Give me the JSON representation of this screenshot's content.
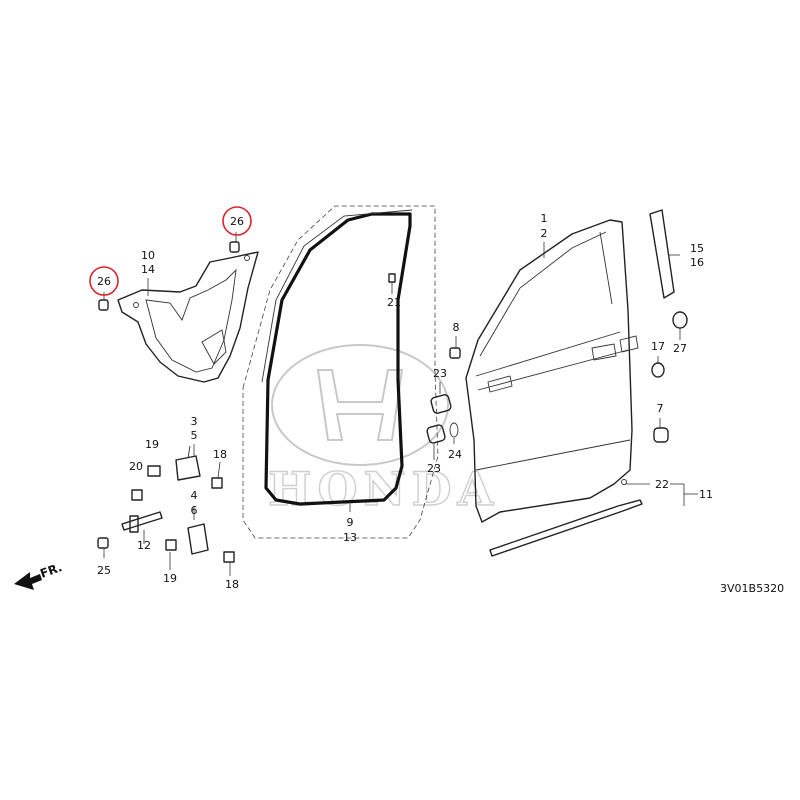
{
  "watermark": {
    "brand": "HONDA"
  },
  "direction_marker": {
    "label": "FR."
  },
  "diagram_code": "3V01B5320",
  "highlight_color": "#d6262e",
  "callouts": [
    {
      "id": "c-26a",
      "text": "26",
      "highlighted": true
    },
    {
      "id": "c-26b",
      "text": "26",
      "highlighted": true
    },
    {
      "id": "c-10",
      "text": "10"
    },
    {
      "id": "c-14",
      "text": "14"
    },
    {
      "id": "c-21",
      "text": "21"
    },
    {
      "id": "c-9",
      "text": "9"
    },
    {
      "id": "c-13",
      "text": "13"
    },
    {
      "id": "c-1",
      "text": "1"
    },
    {
      "id": "c-2",
      "text": "2"
    },
    {
      "id": "c-15",
      "text": "15"
    },
    {
      "id": "c-16",
      "text": "16"
    },
    {
      "id": "c-8",
      "text": "8"
    },
    {
      "id": "c-17",
      "text": "17"
    },
    {
      "id": "c-27",
      "text": "27"
    },
    {
      "id": "c-7",
      "text": "7"
    },
    {
      "id": "c-23a",
      "text": "23"
    },
    {
      "id": "c-23b",
      "text": "23"
    },
    {
      "id": "c-24",
      "text": "24"
    },
    {
      "id": "c-22",
      "text": "22"
    },
    {
      "id": "c-11",
      "text": "11"
    },
    {
      "id": "c-3",
      "text": "3"
    },
    {
      "id": "c-5",
      "text": "5"
    },
    {
      "id": "c-19a",
      "text": "19"
    },
    {
      "id": "c-20",
      "text": "20"
    },
    {
      "id": "c-18a",
      "text": "18"
    },
    {
      "id": "c-4",
      "text": "4"
    },
    {
      "id": "c-6",
      "text": "6"
    },
    {
      "id": "c-12",
      "text": "12"
    },
    {
      "id": "c-25",
      "text": "25"
    },
    {
      "id": "c-19b",
      "text": "19"
    },
    {
      "id": "c-18b",
      "text": "18"
    }
  ]
}
